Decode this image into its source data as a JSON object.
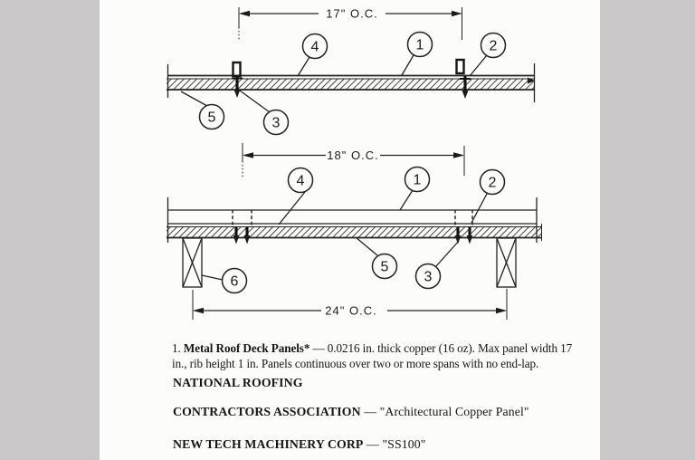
{
  "colors": {
    "background": "#cac7c8",
    "paper": "#fcfcfb",
    "ink": "#1b1b1b"
  },
  "drawing": {
    "dim_17": "17\" O.C.",
    "dim_18": "18\" O.C.",
    "dim_24": "24\" O.C.",
    "callouts": {
      "n1": "1",
      "n2": "2",
      "n3": "3",
      "n4": "4",
      "n5": "5",
      "n6": "6"
    }
  },
  "notes": {
    "item1": {
      "prefix": "1. ",
      "bold": "Metal Roof Deck Panels*",
      "rest": " — 0.0216 in. thick copper (16 oz). Max panel width 17 in., rib height 1 in. Panels continuous over two or more spans with no end-lap."
    },
    "national": {
      "bold": "NATIONAL ROOFING",
      "rest": ""
    },
    "contractors": {
      "bold": "CONTRACTORS ASSOCIATION",
      "rest": " — \"Architectural Copper Panel\""
    },
    "newtech": {
      "bold": "NEW TECH MACHINERY CORP",
      "rest": " — \"SS100\""
    }
  }
}
